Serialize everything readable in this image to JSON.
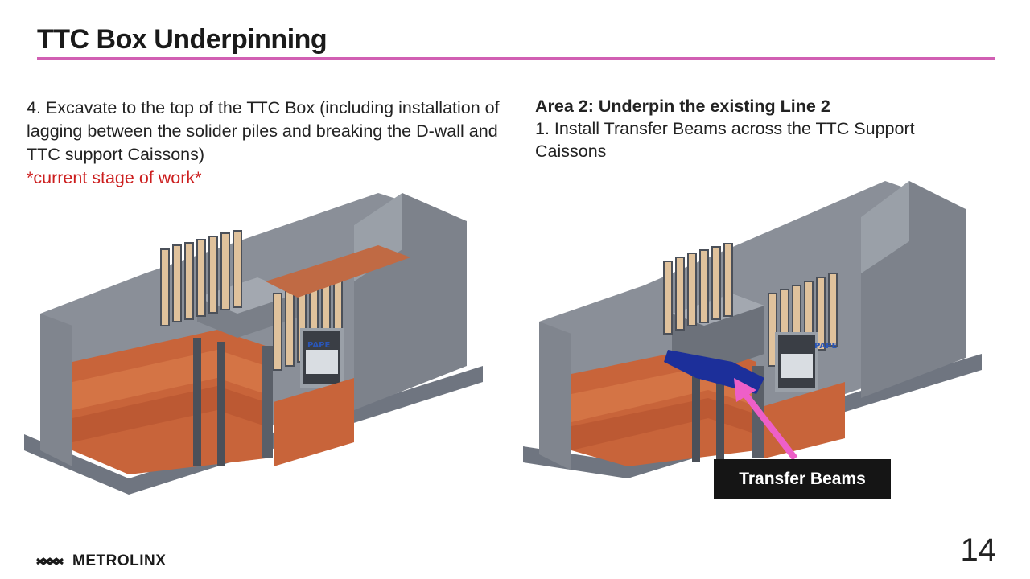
{
  "slide": {
    "title": "TTC Box Underpinning",
    "page_number": "14",
    "accent_color": "#d15fb3"
  },
  "left_panel": {
    "description": "4. Excavate to the top of the TTC Box (including installation of lagging between the solider piles and breaking the D-wall and TTC support Caissons)",
    "status": "*current stage of work*",
    "status_color": "#cc1e1e",
    "sign_text": "PAPE"
  },
  "right_panel": {
    "heading": "Area 2: Underpin the existing Line 2",
    "description": "1. Install Transfer Beams across the TTC Support Caissons",
    "callout_label": "Transfer Beams",
    "arrow_color": "#ee5fc8",
    "beam_color": "#1c2f9a",
    "sign_text": "PAPE"
  },
  "footer": {
    "logo_text": "METROLINX",
    "logo_icon": "metrolinx-wave-icon"
  }
}
